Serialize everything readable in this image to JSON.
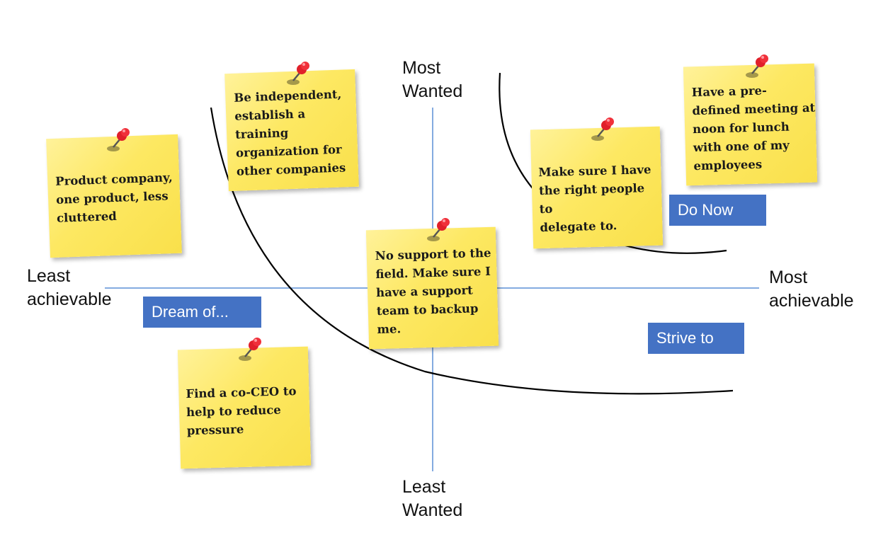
{
  "axes": {
    "top_label": "Most\nWanted",
    "bottom_label": "Least\nWanted",
    "left_label": "Least\nachievable",
    "right_label": "Most\nachievable"
  },
  "tags": {
    "do_now": "Do Now",
    "dream_of": "Dream of...",
    "strive_to": "Strive to"
  },
  "notes": [
    {
      "text": "Product company,\none product, less\ncluttered"
    },
    {
      "text": "Be independent,\nestablish a\ntraining\norganization for\nother companies"
    },
    {
      "text": "Make sure I have\nthe right people to\ndelegate to."
    },
    {
      "text": "Have a pre-\ndefined meeting at\nnoon for lunch\nwith one of my\nemployees"
    },
    {
      "text": "No support to the\nfield. Make sure I\nhave a support\nteam to backup\nme."
    },
    {
      "text": "Find a co-CEO to\nhelp to reduce\npressure"
    }
  ],
  "colors": {
    "axis_line": "#5b8fd6",
    "curve": "#000000",
    "tag_fill": "#4472c4",
    "note_fill": "#fde862",
    "pin_head": "#e0202a"
  },
  "icons": {
    "pin": "push-pin-icon"
  }
}
